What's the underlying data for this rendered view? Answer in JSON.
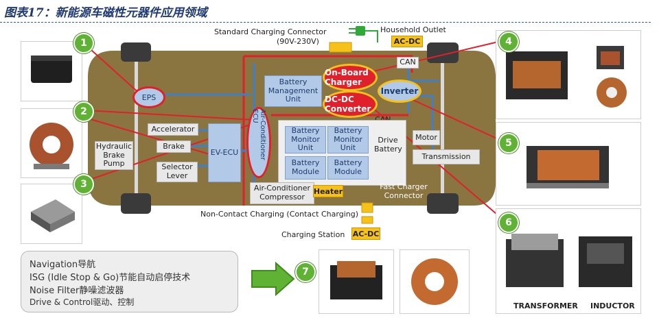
{
  "title": "图表17：新能源车磁性元器件应用领域",
  "top": {
    "standard_connector": "Standard Charging Connector",
    "voltage": "(90V-230V)",
    "household": "Household Outlet",
    "acdc_top": "AC-DC",
    "can_top": "CAN"
  },
  "blocks": {
    "eps": "EPS",
    "bmu": "Battery Management Unit",
    "obc": "On-Board Charger",
    "dcdc": "DC-DC Converter",
    "inverter": "Inverter",
    "can_mid": "CAN",
    "accelerator": "Accelerator",
    "brake": "Brake",
    "hydraulic": "Hydraulic Brake Pump",
    "selector": "Selector Lever",
    "evecu": "EV-ECU",
    "ac_ecu": "Air-Conditioner ECU",
    "bmon1": "Battery Monitor Unit",
    "bmon2": "Battery Monitor Unit",
    "bmod1": "Battery Module",
    "bmod2": "Battery Module",
    "drive_battery": "Drive Battery",
    "motor": "Motor",
    "transmission": "Transmission",
    "ac_compressor": "Air-Conditioner Compressor",
    "heater": "Heater",
    "fast_charger": "Fast Charger Connector"
  },
  "bottom": {
    "non_contact": "Non-Contact Charging (Contact Charging)",
    "station": "Charging Station",
    "acdc_bottom": "AC-DC"
  },
  "callouts": [
    "1",
    "2",
    "3",
    "4",
    "5",
    "6",
    "7"
  ],
  "components": {
    "transformer": "TRANSFORMER",
    "inductor": "INDUCTOR"
  },
  "applications": [
    "Navigation导航",
    "ISG (Idle Stop & Go)节能自动启停技术",
    "Noise Filter静噪滤波器",
    "Drive & Control驱动、控制"
  ],
  "colors": {
    "chassis": "#8a7440",
    "highlight": "#e0202b",
    "accent": "#f6c21a",
    "callout": "#5fb233"
  }
}
